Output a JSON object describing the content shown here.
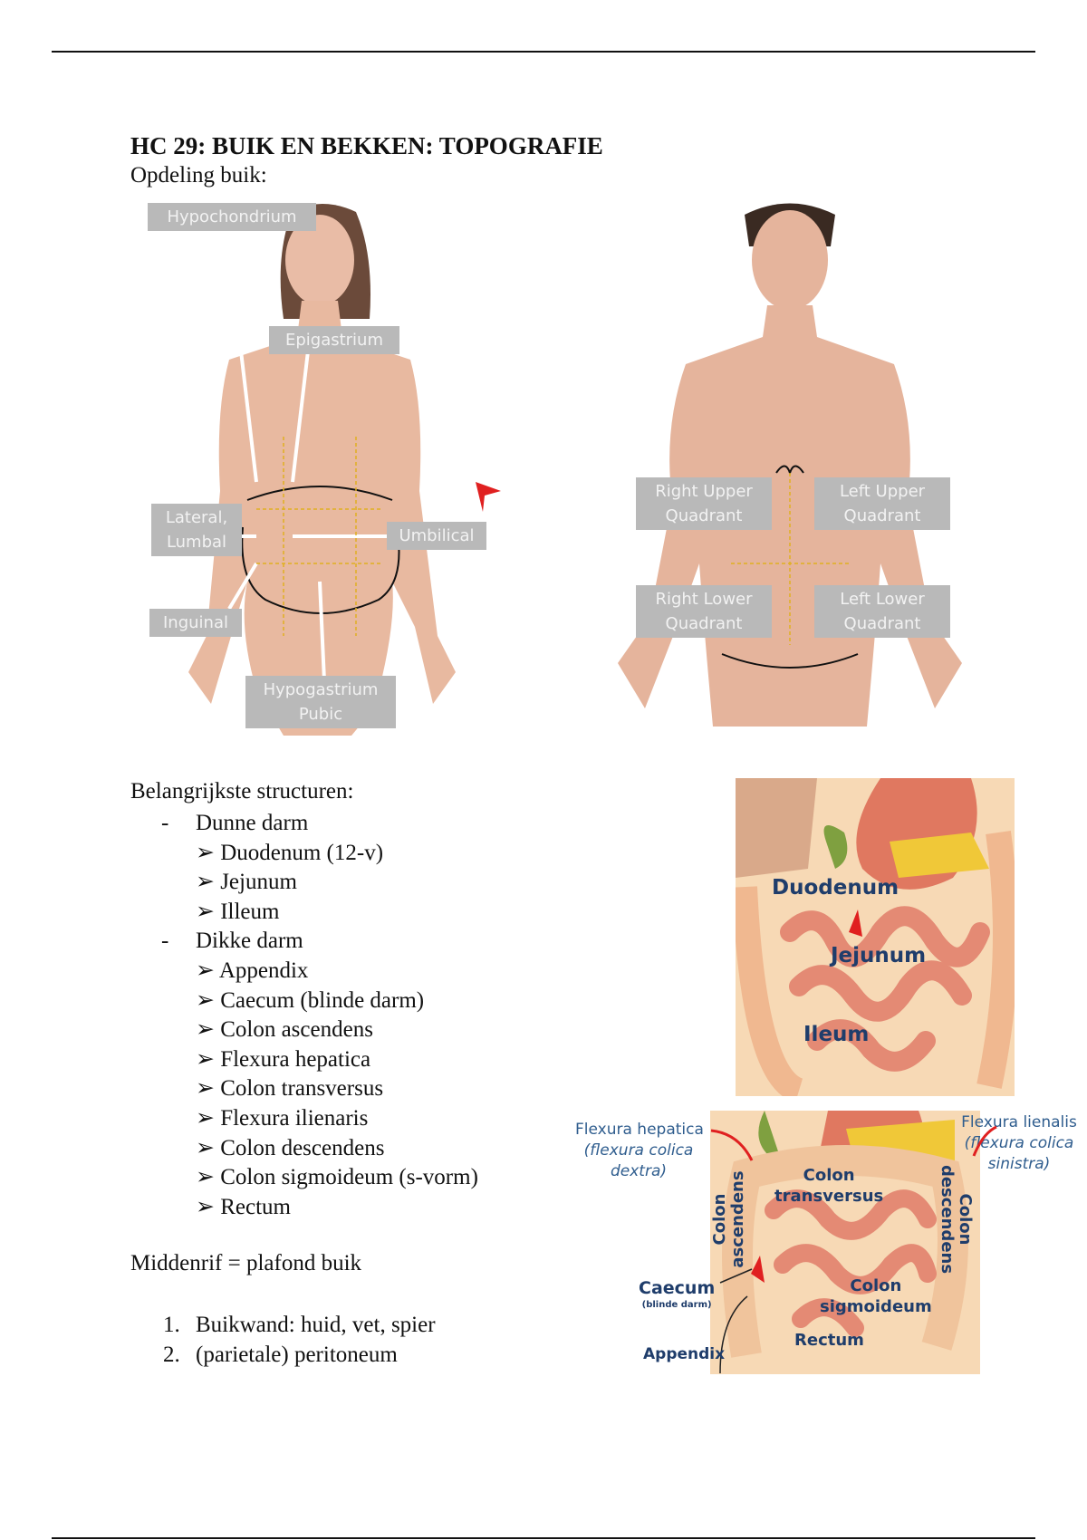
{
  "title": "HC 29: BUIK EN BEKKEN: TOPOGRAFIE",
  "subtitle": "Opdeling buik:",
  "female_figure": {
    "labels": {
      "hypochondrium": "Hypochondrium",
      "epigastrium": "Epigastrium",
      "lateral": "Lateral,",
      "lumbal": "Lumbal",
      "umbilical": "Umbilical",
      "inguinal": "Inguinal",
      "hypogastrium": "Hypogastrium",
      "pubic": "Pubic"
    }
  },
  "male_figure": {
    "labels": {
      "ruq1": "Right Upper",
      "ruq2": "Quadrant",
      "luq1": "Left Upper",
      "luq2": "Quadrant",
      "rlq1": "Right Lower",
      "rlq2": "Quadrant",
      "llq1": "Left Lower",
      "llq2": "Quadrant"
    }
  },
  "structures": {
    "heading": "Belangrijkste structuren:",
    "groups": [
      {
        "label": "Dunne darm",
        "items": [
          "Duodenum (12-v)",
          "Jejunum",
          "Illeum"
        ]
      },
      {
        "label": "Dikke darm",
        "items": [
          "Appendix",
          "Caecum (blinde darm)",
          "Colon ascendens",
          "Flexura hepatica",
          "Colon transversus",
          "Flexura ilienaris",
          "Colon descendens",
          "Colon sigmoideum (s-vorm)",
          "Rectum"
        ]
      }
    ]
  },
  "middenrif": "Middenrif = plafond buik",
  "numbered": [
    "Buikwand: huid, vet, spier",
    "(parietale) peritoneum"
  ],
  "small_intestine_image": {
    "labels": {
      "duodenum": "Duodenum",
      "jejunum": "Jejunum",
      "ileum": "Ileum"
    }
  },
  "colon_image": {
    "labels": {
      "flex_hep": "Flexura hepatica",
      "flex_hep_sub1": "(flexura colica",
      "flex_hep_sub2": "dextra)",
      "flex_lien": "Flexura lienalis",
      "flex_lien_sub1": "(flexura colica",
      "flex_lien_sub2": "sinistra)",
      "colon_transversus1": "Colon",
      "colon_transversus2": "transversus",
      "colon_ascendens": "Colon ascendens",
      "colon_descendens": "Colon descendens",
      "caecum": "Caecum",
      "caecum_sub": "(blinde darm)",
      "appendix": "Appendix",
      "colon_sigmoideum1": "Colon",
      "colon_sigmoideum2": "sigmoideum",
      "rectum": "Rectum"
    }
  },
  "colors": {
    "skin": "#e8b9a0",
    "label_bg": "#b9b9b9",
    "label_text": "#1f3d6b",
    "intestine": "#e8907a",
    "background_orange": "#f7d9b5"
  }
}
